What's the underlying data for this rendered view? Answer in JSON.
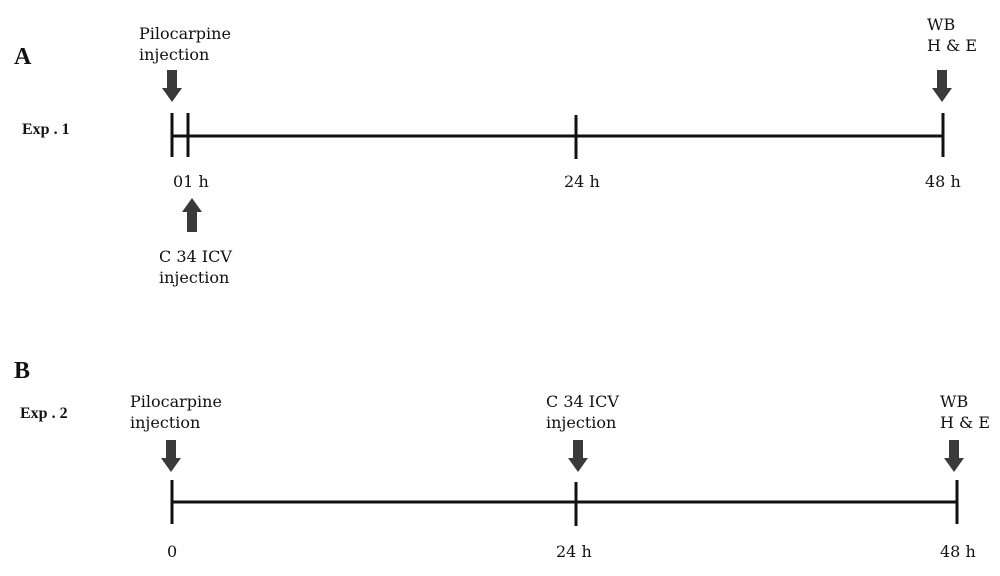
{
  "panels": [
    {
      "letter": "A",
      "exp": "Exp . 1",
      "ticks": [
        "01 h",
        "24 h",
        "48 h"
      ],
      "events": [
        {
          "lines": [
            "Pilocarpine",
            "injection"
          ]
        },
        {
          "lines": [
            "C 34 ICV",
            "injection"
          ]
        },
        {
          "lines": [
            "WB",
            "H & E"
          ]
        }
      ]
    },
    {
      "letter": "B",
      "exp": "Exp . 2",
      "ticks": [
        "0",
        "24 h",
        "48 h"
      ],
      "events": [
        {
          "lines": [
            "Pilocarpine",
            "injection"
          ]
        },
        {
          "lines": [
            "C 34 ICV",
            "injection"
          ]
        },
        {
          "lines": [
            "WB",
            "H & E"
          ]
        }
      ]
    }
  ],
  "colors": {
    "line": "#111111",
    "arrow": "#3a3a3a"
  }
}
